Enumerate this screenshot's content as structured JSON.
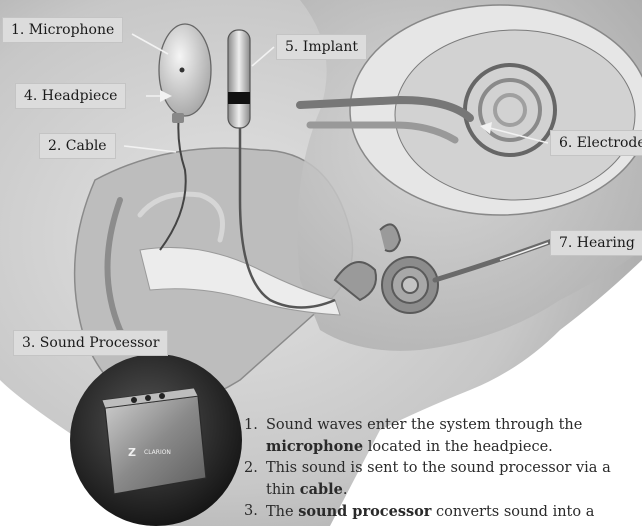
{
  "labels": {
    "microphone": "1. Microphone",
    "headpiece": "4. Headpiece",
    "cable": "2. Cable",
    "implant": "5. Implant",
    "electrode": "6. Electrode",
    "hearing": "7. Hearing",
    "sound_processor": "3. Sound Processor"
  },
  "device_brand": "CLARION",
  "steps": [
    {
      "num": "1.",
      "pre": "Sound waves enter the system through the ",
      "bold": "microphone",
      "post": " located in the headpiece."
    },
    {
      "num": "2.",
      "pre": "This sound is sent to the sound processor via a thin ",
      "bold": "cable",
      "post": "."
    },
    {
      "num": "3.",
      "pre": "The ",
      "bold": "sound processor",
      "post": " converts sound into a"
    }
  ],
  "colors": {
    "skin": "#c9c9c9",
    "skin_dark": "#8f8f8f",
    "bone": "#bdbdbd",
    "canal": "#ececec",
    "label_bg": "#dcdcdc"
  }
}
